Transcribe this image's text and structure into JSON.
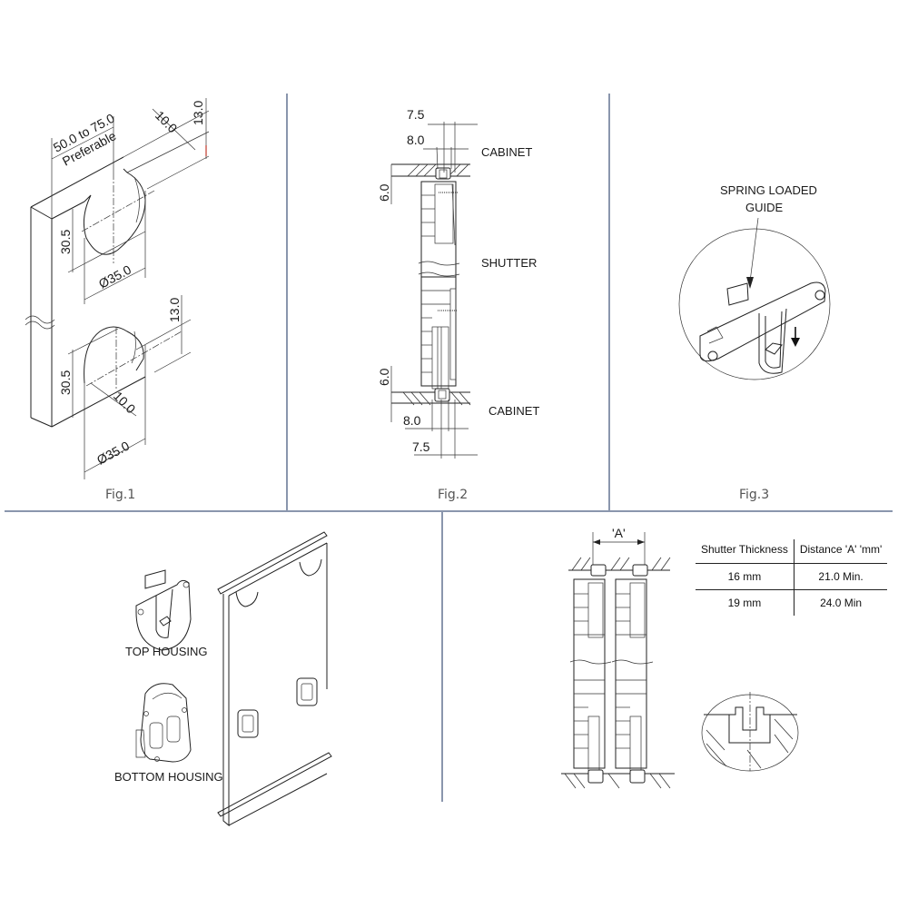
{
  "layout": {
    "divider_color": "#8a96ad"
  },
  "fig1": {
    "caption": "Fig.1",
    "dims": {
      "range": "50.0 to 75.0",
      "preferable": "Preferable",
      "depth_top": "10.0",
      "offset_top": "13.0",
      "height_top": "30.5",
      "diameter_top": "Ø35.0",
      "offset_bottom": "13.0",
      "height_bottom": "30.5",
      "depth_bottom": "10.0",
      "diameter_bottom": "Ø35.0"
    }
  },
  "fig2": {
    "caption": "Fig.2",
    "labels": {
      "cabinet_top": "CABINET",
      "shutter": "SHUTTER",
      "cabinet_bottom": "CABINET"
    },
    "dims": {
      "top_outer": "7.5",
      "top_inner": "8.0",
      "top_gap": "6.0",
      "bottom_gap": "6.0",
      "bottom_inner": "8.0",
      "bottom_outer": "7.5"
    }
  },
  "fig3": {
    "caption": "Fig.3",
    "callout_line1": "SPRING LOADED",
    "callout_line2": "GUIDE"
  },
  "housings": {
    "top_label": "TOP HOUSING",
    "bottom_label": "BOTTOM HOUSING"
  },
  "spacing": {
    "dim_label": "'A'",
    "table": {
      "headers": [
        "Shutter Thickness",
        "Distance 'A' 'mm'"
      ],
      "rows": [
        [
          "16 mm",
          "21.0 Min."
        ],
        [
          "19 mm",
          "24.0 Min"
        ]
      ]
    }
  }
}
